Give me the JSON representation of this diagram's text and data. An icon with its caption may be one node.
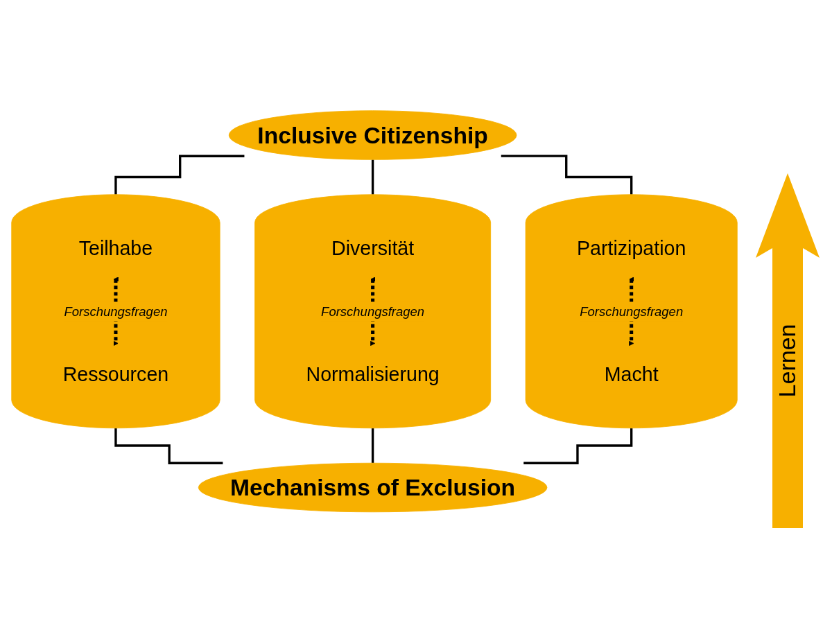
{
  "diagram": {
    "nodes": [
      {
        "text": [
          "Inclusive Citizenship"
        ]
      },
      {
        "text": [],
        "shape": "cylinder"
      },
      {
        "text": [
          "Teilhabe"
        ],
        "in": 1
      },
      {
        "text": [
          "Ressourcen"
        ],
        "in": 1
      },
      {
        "text": [],
        "shape": "cylinder"
      },
      {
        "text": [
          "Diversität"
        ],
        "in": 4
      },
      {
        "text": [
          "Normalisierung"
        ],
        "in": 4
      },
      {
        "text": [],
        "shape": "cylinder"
      },
      {
        "text": [
          "Partizipation"
        ],
        "in": 7
      },
      {
        "text": [
          "Macht"
        ],
        "in": 7
      },
      {
        "text": [
          "Mechanisms of Exclusion"
        ]
      }
    ],
    "edges": [
      {
        "from": 0,
        "to": 1,
        "arrow": "none"
      },
      {
        "from": 0,
        "to": 4,
        "arrow": "none"
      },
      {
        "from": 0,
        "to": 7,
        "arrow": "none"
      },
      {
        "from": 2,
        "to": 3,
        "arrow": "both",
        "label": "Forschungsfragen",
        "style": "dashed"
      },
      {
        "from": 5,
        "to": 6,
        "arrow": "both",
        "label": "Forschungsfragen",
        "style": "dashed"
      },
      {
        "from": 8,
        "to": 9,
        "arrow": "both",
        "label": "Forschungsfragen",
        "style": "dashed"
      },
      {
        "from": 1,
        "to": 10,
        "arrow": "none"
      },
      {
        "from": 4,
        "to": 10,
        "arrow": "none"
      },
      {
        "from": 7,
        "to": 10,
        "arrow": "none"
      }
    ],
    "labels": [
      "Lernen"
    ]
  }
}
